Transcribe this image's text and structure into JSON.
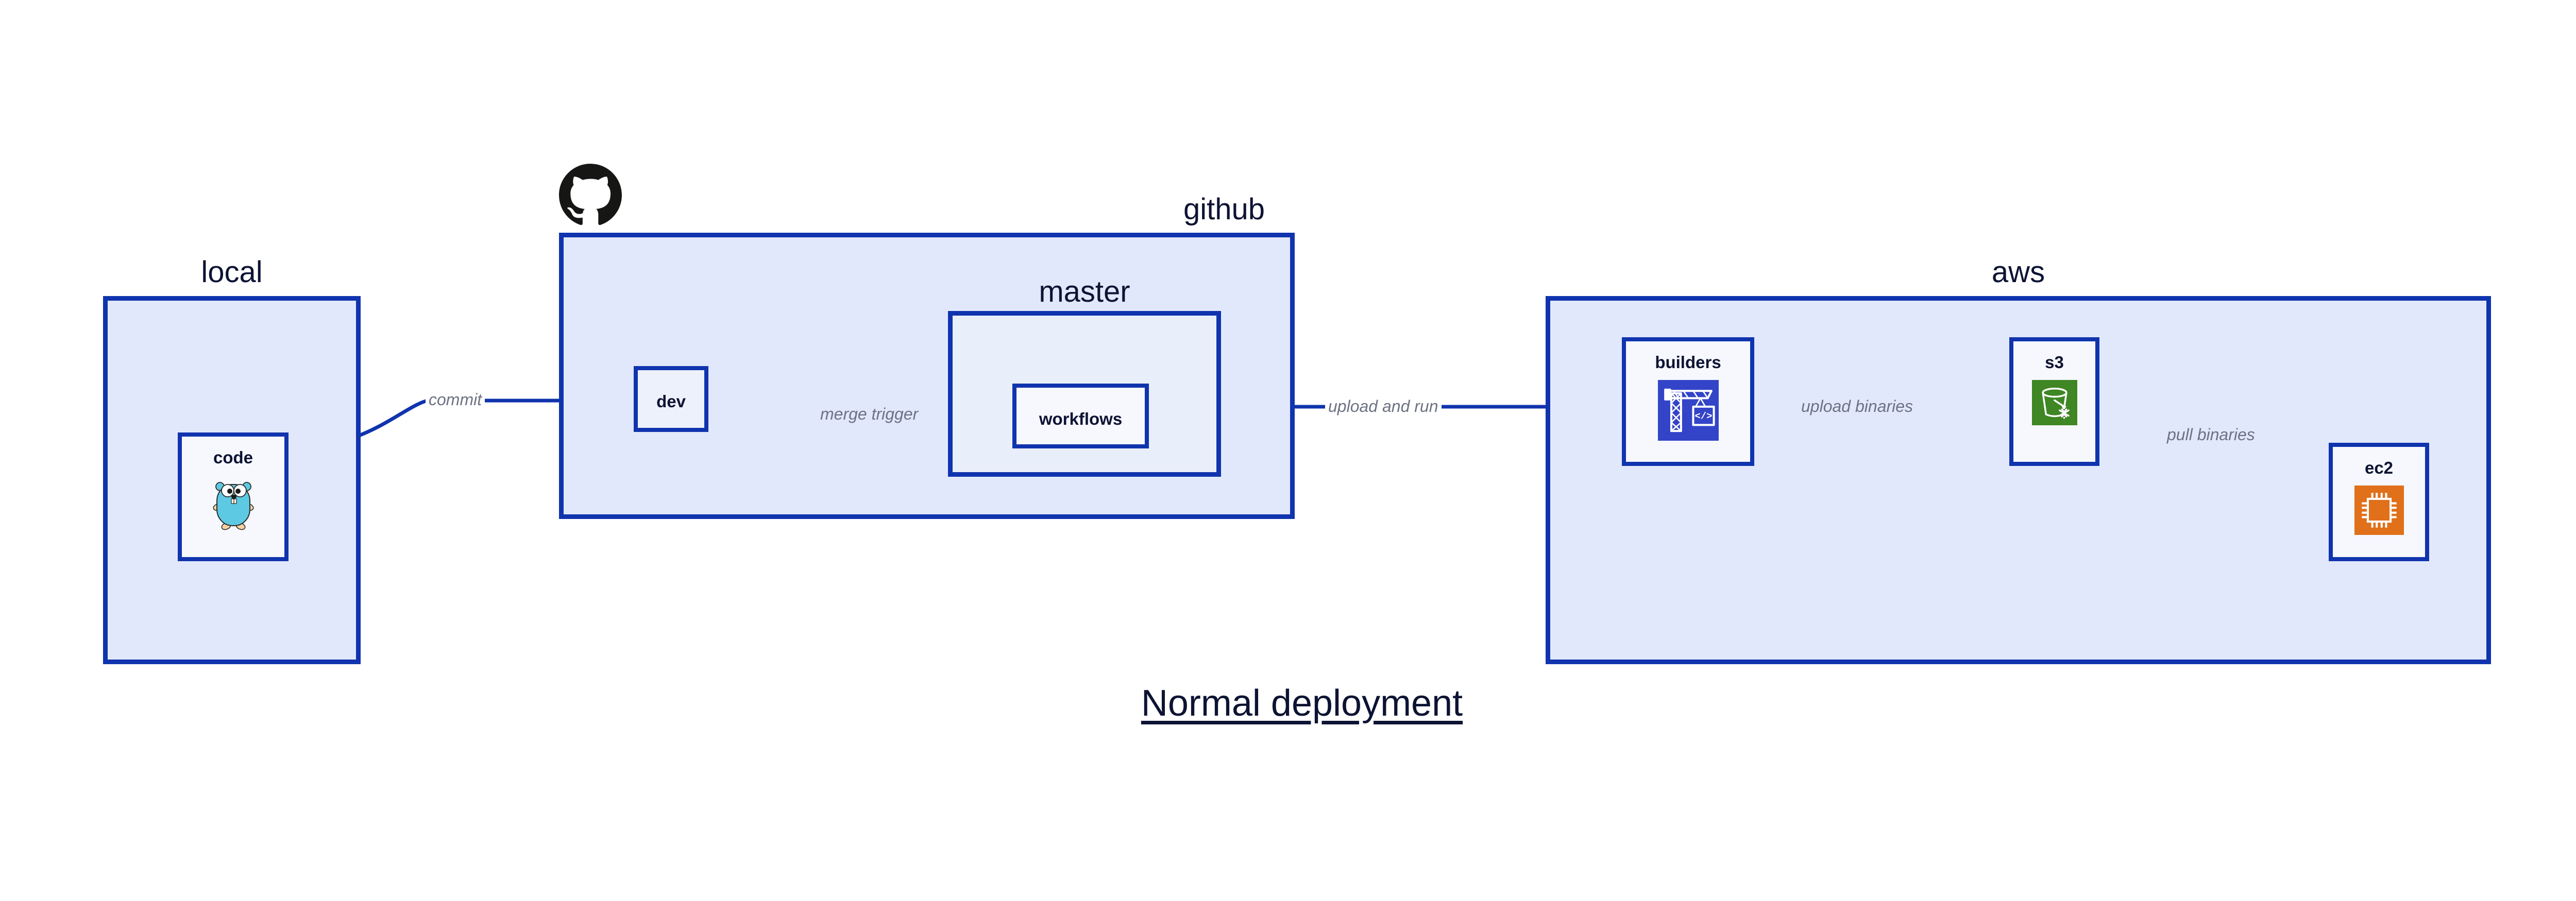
{
  "title": "Normal deployment",
  "colors": {
    "group_fill": "#e2e8fb",
    "node_fill": "#edf1fc",
    "border": "#1034ae",
    "arrow": "#1034ae",
    "edge_label_text": "#6d7283",
    "node_label_text": "#0d1333",
    "builders_icon_bg": "#3344c8",
    "s3_icon_bg": "#3f8624",
    "ec2_icon_bg": "#e0701a",
    "gopher_body": "#5dc9e2",
    "octocat": "#161614",
    "background": "#ffffff"
  },
  "groups": [
    {
      "id": "local",
      "label": "local",
      "label_align": "center"
    },
    {
      "id": "github",
      "label": "github",
      "label_align": "right"
    },
    {
      "id": "master",
      "label": "master",
      "label_align": "center"
    },
    {
      "id": "aws",
      "label": "aws",
      "label_align": "center"
    }
  ],
  "nodes": [
    {
      "id": "code",
      "label": "code",
      "icon": "go-gopher-icon",
      "group": "local"
    },
    {
      "id": "dev",
      "label": "dev",
      "icon": null,
      "group": "github"
    },
    {
      "id": "workflows",
      "label": "workflows",
      "icon": null,
      "group": "master"
    },
    {
      "id": "builders",
      "label": "builders",
      "icon": "crane-code-icon",
      "group": "aws"
    },
    {
      "id": "s3",
      "label": "s3",
      "icon": "s3-bucket-icon",
      "group": "aws"
    },
    {
      "id": "ec2",
      "label": "ec2",
      "icon": "cpu-chip-icon",
      "group": "aws"
    }
  ],
  "edges": [
    {
      "id": "commit",
      "from": "code",
      "to": "dev",
      "label": "commit",
      "style": "curved"
    },
    {
      "id": "merge-trigger",
      "from": "dev",
      "to": "workflows",
      "label": "merge trigger",
      "style": "straight"
    },
    {
      "id": "upload-and-run",
      "from": "workflows",
      "to": "builders",
      "label": "upload and run",
      "style": "straight"
    },
    {
      "id": "upload-binaries",
      "from": "builders",
      "to": "s3",
      "label": "upload binaries",
      "style": "straight"
    },
    {
      "id": "pull-binaries",
      "from": "s3",
      "to": "ec2",
      "label": "pull binaries",
      "style": "curved"
    }
  ],
  "logos": [
    {
      "id": "github-octocat",
      "name": "github-octocat-logo",
      "attached_to": "github"
    }
  ]
}
